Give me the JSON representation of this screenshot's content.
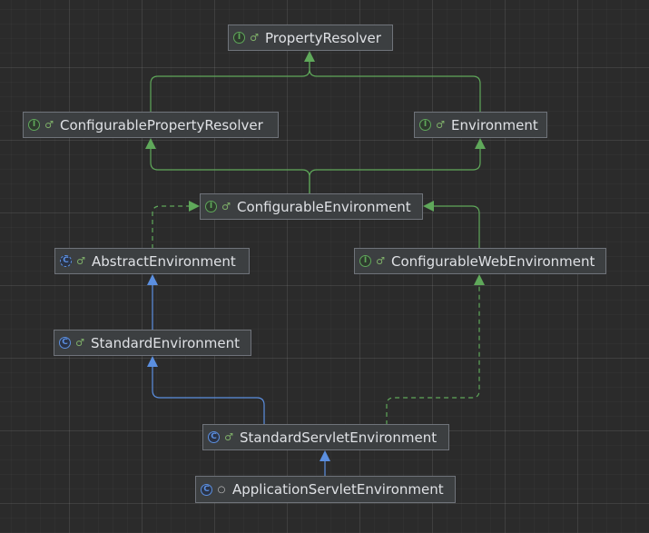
{
  "diagram": {
    "nodes": [
      {
        "id": "PropertyResolver",
        "label": "PropertyResolver",
        "kind": "interface",
        "visibility": "public"
      },
      {
        "id": "ConfigurablePropertyResolver",
        "label": "ConfigurablePropertyResolver",
        "kind": "interface",
        "visibility": "public"
      },
      {
        "id": "Environment",
        "label": "Environment",
        "kind": "interface",
        "visibility": "public"
      },
      {
        "id": "ConfigurableEnvironment",
        "label": "ConfigurableEnvironment",
        "kind": "interface",
        "visibility": "public"
      },
      {
        "id": "AbstractEnvironment",
        "label": "AbstractEnvironment",
        "kind": "abstract-class",
        "visibility": "public"
      },
      {
        "id": "ConfigurableWebEnvironment",
        "label": "ConfigurableWebEnvironment",
        "kind": "interface",
        "visibility": "public"
      },
      {
        "id": "StandardEnvironment",
        "label": "StandardEnvironment",
        "kind": "class",
        "visibility": "public"
      },
      {
        "id": "StandardServletEnvironment",
        "label": "StandardServletEnvironment",
        "kind": "class",
        "visibility": "public"
      },
      {
        "id": "ApplicationServletEnvironment",
        "label": "ApplicationServletEnvironment",
        "kind": "class",
        "visibility": "package-private"
      }
    ],
    "edges": [
      {
        "from": "ConfigurablePropertyResolver",
        "to": "PropertyResolver",
        "type": "interface-extends"
      },
      {
        "from": "Environment",
        "to": "PropertyResolver",
        "type": "interface-extends"
      },
      {
        "from": "ConfigurableEnvironment",
        "to": "ConfigurablePropertyResolver",
        "type": "interface-extends"
      },
      {
        "from": "ConfigurableEnvironment",
        "to": "Environment",
        "type": "interface-extends"
      },
      {
        "from": "AbstractEnvironment",
        "to": "ConfigurableEnvironment",
        "type": "implements"
      },
      {
        "from": "ConfigurableWebEnvironment",
        "to": "ConfigurableEnvironment",
        "type": "interface-extends"
      },
      {
        "from": "StandardEnvironment",
        "to": "AbstractEnvironment",
        "type": "extends"
      },
      {
        "from": "StandardServletEnvironment",
        "to": "StandardEnvironment",
        "type": "extends"
      },
      {
        "from": "StandardServletEnvironment",
        "to": "ConfigurableWebEnvironment",
        "type": "implements"
      },
      {
        "from": "ApplicationServletEnvironment",
        "to": "StandardServletEnvironment",
        "type": "extends"
      }
    ]
  },
  "colors": {
    "background": "#2b2b2b",
    "interface_edge": "#5fa85a",
    "class_edge": "#5b8fe0",
    "node_fill": "#3c3f41",
    "node_border": "#6f737a",
    "text": "#dfe1e5"
  }
}
